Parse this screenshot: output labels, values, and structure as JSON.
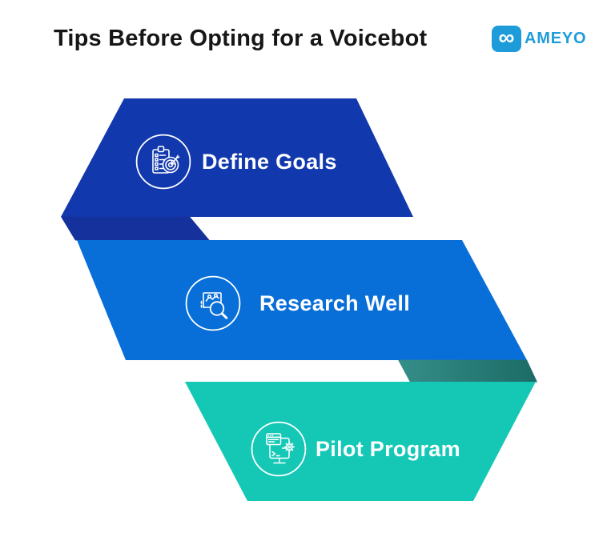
{
  "title": "Tips Before Opting for a Voicebot",
  "logo": {
    "brand": "AMEYO",
    "infinity_symbol": "∞",
    "brand_color": "#1E9CD9"
  },
  "colors": {
    "background": "#FFFFFF",
    "title_text": "#161616",
    "label_text": "#FFFFFF",
    "step1_fold": "#15329C",
    "step2_fold_start": "#358E89",
    "step2_fold_end": "#1C6B66"
  },
  "steps": [
    {
      "label": "Define Goals",
      "icon": "clipboard-target-icon",
      "color": "#1238AD"
    },
    {
      "label": "Research Well",
      "icon": "chart-magnifier-icon",
      "color": "#096FD8"
    },
    {
      "label": "Pilot Program",
      "icon": "monitor-gear-icon",
      "color": "#15C8B6"
    }
  ]
}
